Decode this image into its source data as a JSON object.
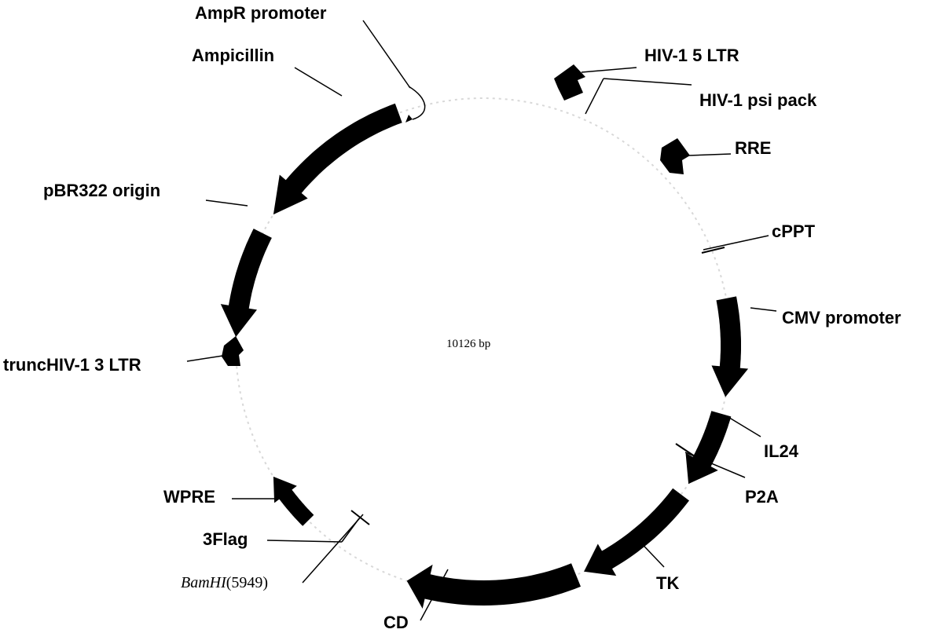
{
  "plasmid": {
    "size": "10126 bp",
    "labels": {
      "ampr_promoter": "AmpR promoter",
      "ampicillin": "Ampicillin",
      "hiv5ltr": "HIV-1 5 LTR",
      "hivpsi": "HIV-1 psi pack",
      "rre": "RRE",
      "cppt": "cPPT",
      "cmv": "CMV promoter",
      "il24": "IL24",
      "p2a": "P2A",
      "tk": "TK",
      "cd": "CD",
      "bamhi_name": "BamHI",
      "bamhi_pos": "(5949)",
      "flag": "3Flag",
      "wpre": "WPRE",
      "trunc3ltr": "truncHIV-1 3 LTR",
      "pbr322": "pBR322 origin"
    }
  }
}
